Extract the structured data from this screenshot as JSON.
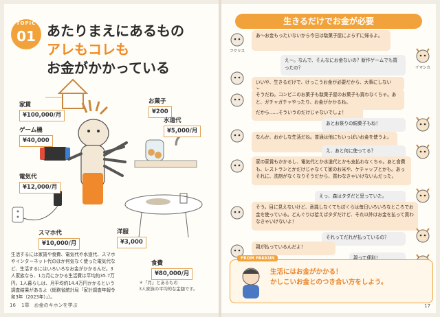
{
  "left": {
    "topic_label": "TOPIC",
    "topic_number": "01",
    "title": [
      "あたりまえにあるもの",
      "アレもコレも",
      "お金がかかっている"
    ],
    "items": [
      {
        "key": "house",
        "label": "家賃",
        "value": "¥100,000/月"
      },
      {
        "key": "game",
        "label": "ゲーム機",
        "value": "¥40,000"
      },
      {
        "key": "electric",
        "label": "電気代",
        "value": "¥12,000/月"
      },
      {
        "key": "phone",
        "label": "スマホ代",
        "value": "¥10,000/月"
      },
      {
        "key": "snack",
        "label": "お菓子",
        "value": "¥200"
      },
      {
        "key": "water",
        "label": "水道代",
        "value": "¥5,000/月"
      },
      {
        "key": "clothes",
        "label": "洋服",
        "value": "¥3,000"
      },
      {
        "key": "food",
        "label": "食費",
        "value": "¥80,000/月"
      }
    ],
    "body": "生活するには家賃や食費、電気代や水道代、スマホやインターネット代のほか何気なく使った電気代など、生活するにはいろいろなお金がかかるんだ。3人家族なら、1カ月にかかる生活費は平均約35.7万円。1人暮らしは、月平均約14.4万円かかるという調査結果があるよ（総務省統計局「家計調査年報令和3年（2023年）」）。",
    "note": [
      "＊「月」とあるもの",
      "3人家族の平均的な金額です。"
    ],
    "folio": "16",
    "footer": "1章　お金のキホンを学ぶ"
  },
  "right": {
    "header": "生きるだけでお金が必要",
    "speaker1": "フクリス",
    "speaker2": "イマシカ",
    "messages": [
      {
        "who": "f",
        "text": "あ～お金もったいないから今日は駄菓子屋によらずに帰るよ。"
      },
      {
        "who": "s",
        "text": "えー。なんで、そんなにお金ないの？新作ゲームでも買ったの？"
      },
      {
        "who": "f",
        "text": "いいや、生きるだけで、けっこうお金が必要だから、大事にしないと。"
      },
      {
        "who": "f",
        "text": "そうだね。コンビニのお菓子も駄菓子屋のお菓子も買わなくちゃ。あと、ガチャガチャやったり、お金がかかるね。"
      },
      {
        "who": "f",
        "text": "だから……そういうのだけじゃないでしょ！"
      },
      {
        "who": "s",
        "text": "あとお祭りの綿菓子もね！"
      },
      {
        "who": "f",
        "text": "なんか、おかしな生活だね。普通は他にもいっぱいお金を使うよ。"
      },
      {
        "who": "s",
        "text": "え、あと何に使ってる？"
      },
      {
        "who": "f",
        "text": "家の家賃もかかるし、電気代とか水道代とかも支払わなくちゃ。あと食費も、レストランとかだけじゃなくて家のお米や、ケチャップとかも。あっそれに、洗剤がなくなりそうだから、買わなきゃいけないんだった。"
      },
      {
        "who": "s",
        "text": "えっ、森はタダだと思っていた。"
      },
      {
        "who": "f",
        "text": "そう。目に見えないけど、意識しなくてもぼくらは毎日いろいろなところでお金を使っている。どんぐりは拾えばタダだけど、それ以外はお金を払って買わなきゃいけないよ！"
      },
      {
        "who": "s",
        "text": "それってだれが払っているの？"
      },
      {
        "who": "f",
        "text": "親が払っているんだよ！"
      },
      {
        "who": "s",
        "text": "親って便利！"
      }
    ],
    "from_tag": "FROM PAKKUN",
    "from_text": [
      "生活にはお金がかかる！",
      "かしこいお金とのつき合い方をしよう。"
    ],
    "folio": "17"
  }
}
